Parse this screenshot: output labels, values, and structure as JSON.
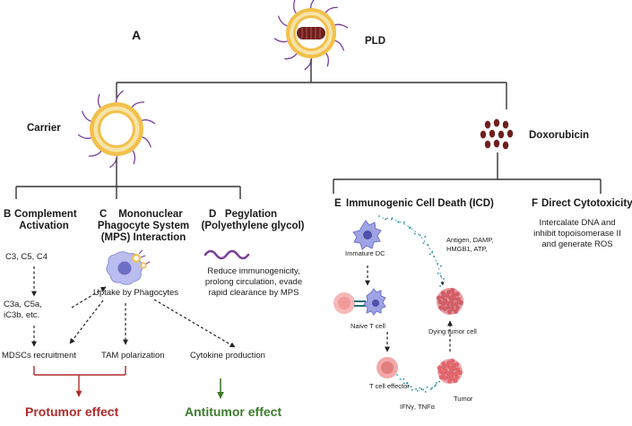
{
  "panel_letter": "A",
  "top": {
    "label": "PLD"
  },
  "carrier": {
    "label": "Carrier"
  },
  "doxorubicin": {
    "label": "Doxorubicin"
  },
  "complement": {
    "letter": "B",
    "title": "Complement Activation",
    "title_lines": [
      "Complement",
      "Activation"
    ],
    "factors": "C3, C5, C4",
    "fragments": "C3a, C5a, iC3b, etc.",
    "fragments_lines": [
      "C3a, C5a,",
      "iC3b, etc."
    ],
    "mdsc": "MDSCs recruitment"
  },
  "mps": {
    "letter": "C",
    "title": "Mononuclear Phagocyte System (MPS) Interaction",
    "title_lines": [
      "Mononuclear",
      "Phagocyte System",
      "(MPS) Interaction"
    ],
    "uptake": "Uptake by Phagocytes",
    "tam": "TAM polarization",
    "cytokine": "Cytokine production"
  },
  "peg": {
    "letter": "D",
    "title": "Pegylation (Polyethylene glycol)",
    "title_lines": [
      "Pegylation",
      "(Polyethylene glycol)"
    ],
    "desc": "Reduce immunogenicity, prolong circulation, evade rapid clearance by MPS",
    "desc_lines": [
      "Reduce immunogenicity,",
      "prolong circulation, evade",
      "rapid clearance by MPS"
    ]
  },
  "icd": {
    "letter": "E",
    "title": "Immunogenic Cell Death (ICD)",
    "immature_dc": "Immature DC",
    "signals": "Antigen, DAMP, HMGB1, ATP,",
    "signals_lines": [
      "Antigen, DAMP,",
      "HMGB1, ATP,"
    ],
    "naive_t": "Naive T cell",
    "dying": "Dying tumor cell",
    "effector": "T cell effector",
    "tumor": "Tumor",
    "cytokines": "IFNγ, TNFα"
  },
  "cytotox": {
    "letter": "F",
    "title": "Direct Cytotoxicity",
    "desc": "Intercalate DNA and inhibit topoisomerase II and generate ROS",
    "desc_lines": [
      "Intercalate DNA and",
      "inhibit topoisomerase II",
      "and  generate ROS"
    ]
  },
  "outcomes": {
    "protumor": "Protumor effect",
    "antitumor": "Antitumor effect"
  },
  "colors": {
    "protumor": "#b02a2a",
    "antitumor": "#3d7a2a",
    "lipid_head": "#f2c04b",
    "lipid_tail": "#f6e3a8",
    "peg_chain": "#7a3f9c",
    "drug": "#6e1f1f",
    "dc_cell": "#8c8fd6",
    "naive_t_cell": "#f29a9a",
    "tumor_cell": "#d9545a",
    "signal_dots": "#1c8a9c"
  }
}
